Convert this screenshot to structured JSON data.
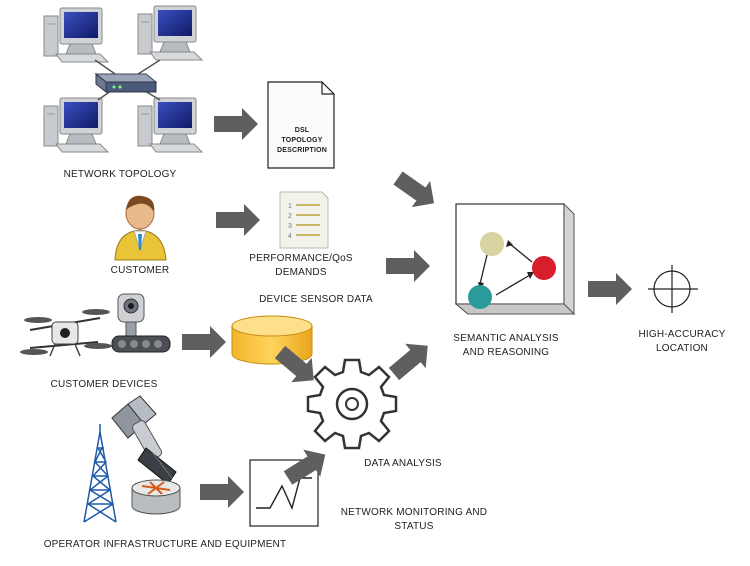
{
  "labels": {
    "network_topology": "NETWORK TOPOLOGY",
    "dsl_topology": "DSL TOPOLOGY DESCRIPTION",
    "customer": "CUSTOMER",
    "performance_qos": "PERFORMANCE/QoS DEMANDS",
    "device_sensor_data": "DEVICE SENSOR DATA",
    "customer_devices": "CUSTOMER DEVICES",
    "semantic_analysis": "SEMANTIC ANALYSIS AND REASONING",
    "high_accuracy_location": "HIGH-ACCURACY LOCATION",
    "data_analysis": "DATA ANALYSIS",
    "network_monitoring": "NETWORK MONITORING AND STATUS",
    "operator_infrastructure": "OPERATOR INFRASTRUCTURE AND EQUIPMENT"
  },
  "doc_list_numbers": [
    "1",
    "2",
    "3",
    "4"
  ],
  "colors": {
    "arrow": "#5f5f5f",
    "node_beige": "#d8d3a0",
    "node_red": "#d81e2b",
    "node_teal": "#2a9a9a",
    "database": "#f7c23a",
    "monitor_screen": "#1b2c88"
  }
}
